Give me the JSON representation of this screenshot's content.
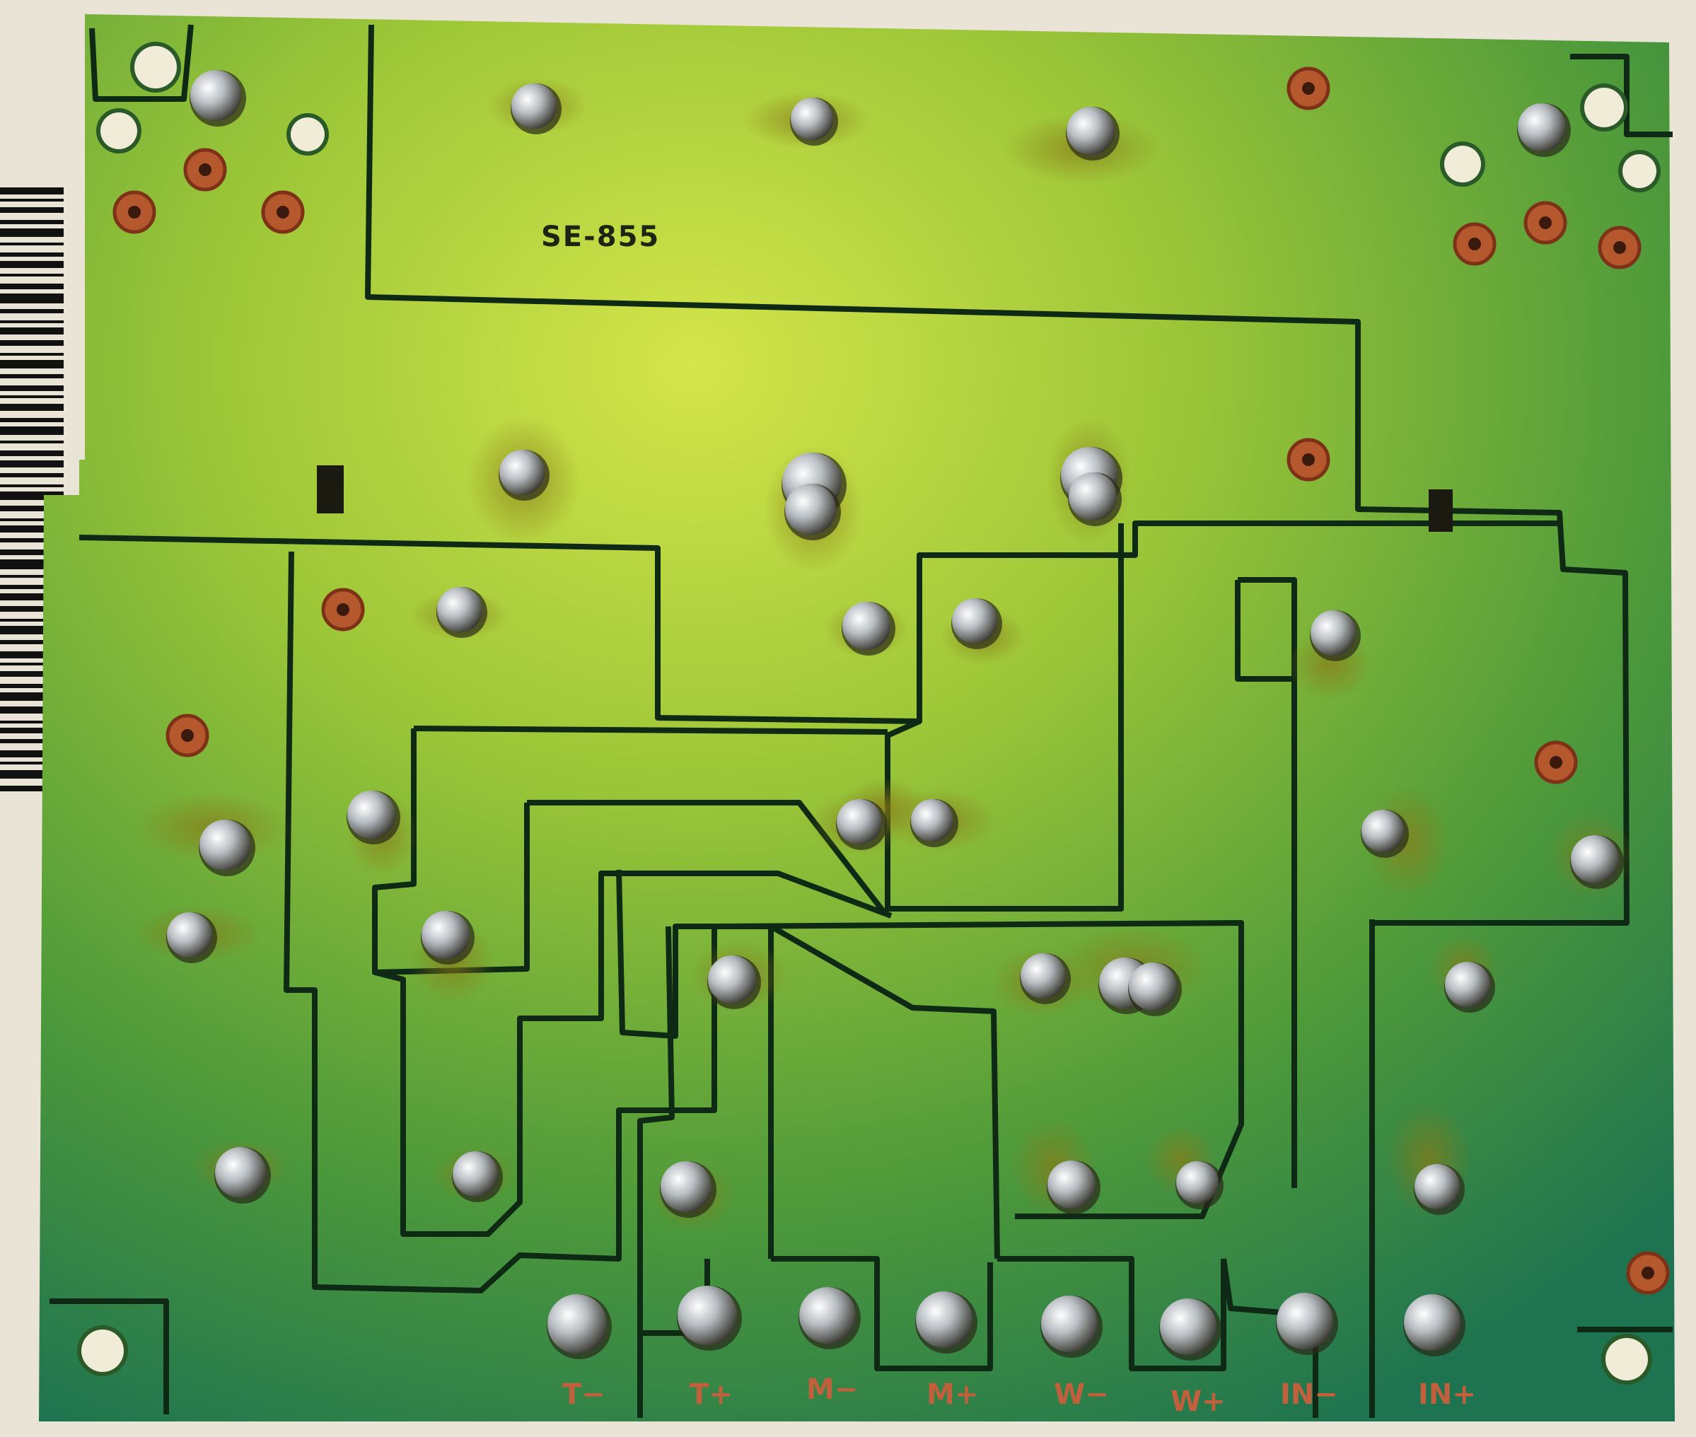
{
  "board": {
    "model": "SE-855",
    "terminals": [
      "T−",
      "T+",
      "M−",
      "M+",
      "W−",
      "W+",
      "IN−",
      "IN+"
    ]
  },
  "colors": {
    "background": "#e9e4d6",
    "board_light": "#b9d83a",
    "board_mid": "#6fa82c",
    "board_dark": "#24784a",
    "trace_gap": "#0f2a14",
    "solder": "#c8ccd0",
    "copper": "#b5582e",
    "silk_text": "#1d2412",
    "terminal_text": "#c0603c"
  },
  "icons": {
    "barcode": "barcode-sticker",
    "solder_joint": "solder-blob",
    "mounting_hole": "mounting-hole"
  }
}
